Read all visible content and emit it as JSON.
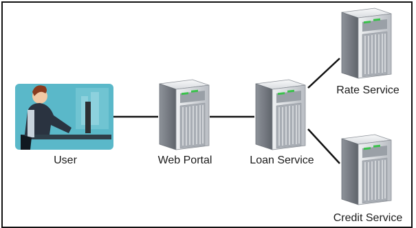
{
  "nodes": {
    "user": {
      "label": "User"
    },
    "web_portal": {
      "label": "Web Portal"
    },
    "loan_service": {
      "label": "Loan Service"
    },
    "rate_service": {
      "label": "Rate Service"
    },
    "credit_service": {
      "label": "Credit Service"
    }
  },
  "edges": [
    {
      "from": "User",
      "to": "Web Portal"
    },
    {
      "from": "Web Portal",
      "to": "Loan Service"
    },
    {
      "from": "Loan Service",
      "to": "Rate Service"
    },
    {
      "from": "Loan Service",
      "to": "Credit Service"
    }
  ],
  "colors": {
    "server_body": "#c9ccd1",
    "server_dark": "#7d828a",
    "accent_green": "#39c24a",
    "user_bg": "#5ab8c9",
    "line": "#111111"
  }
}
